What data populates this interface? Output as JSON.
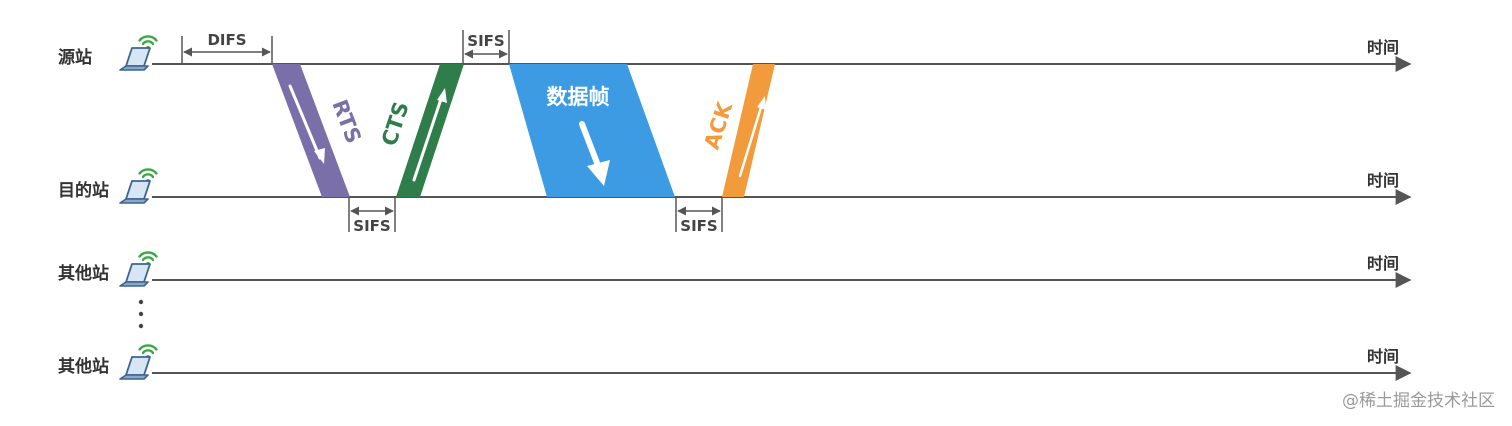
{
  "stations": [
    {
      "label": "源站",
      "time_label": "时间"
    },
    {
      "label": "目的站",
      "time_label": "时间"
    },
    {
      "label": "其他站",
      "time_label": "时间"
    },
    {
      "label": "其他站",
      "time_label": "时间"
    }
  ],
  "intervals": {
    "difs": "DIFS",
    "sifs_1": "SIFS",
    "sifs_2": "SIFS",
    "sifs_3": "SIFS"
  },
  "frames": {
    "rts": {
      "label": "RTS",
      "color": "#7a6fa8"
    },
    "cts": {
      "label": "CTS",
      "color": "#2e7d4a"
    },
    "data": {
      "label": "数据帧",
      "color": "#3d9be3"
    },
    "ack": {
      "label": "ACK",
      "color": "#f29b3d"
    }
  },
  "icons": {
    "station": "laptop-wifi-icon",
    "ellipsis": "vertical-dots"
  },
  "watermark": "@稀土掘金技术社区"
}
